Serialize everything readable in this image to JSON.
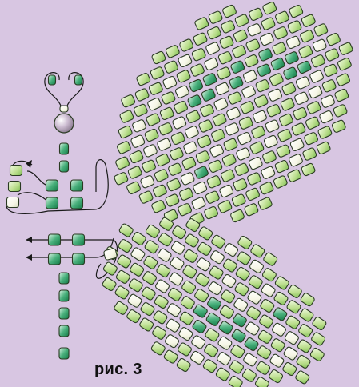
{
  "caption": "рис. 3",
  "colors": {
    "background": "#d8c6e2",
    "bead_light_green": "#b9dc8c",
    "bead_pale_cream": "#f4f4e2",
    "bead_dark_green": "#2f9e6a",
    "bead_outline": "#2a3a22",
    "thread": "#1a1a1a",
    "head_bead": "#c8b6cc"
  },
  "bead_types": [
    "light-green",
    "pale-cream",
    "dark-green"
  ],
  "icons": [
    "arrow-left-icon",
    "arrow-left-icon"
  ]
}
